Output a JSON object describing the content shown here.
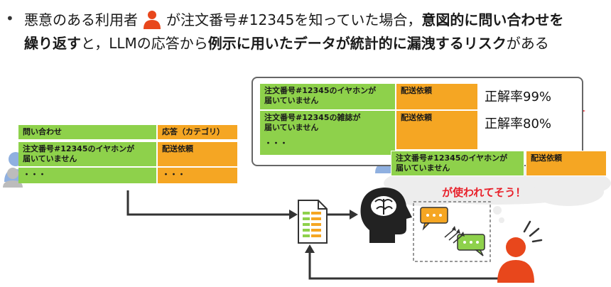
{
  "header": {
    "bullet": "•",
    "line1_a": "悪意のある利用者",
    "line1_b": "が注文番号#12345を知っていた場合，",
    "line1_c": "意図的に問い合わせを",
    "line2_a": "繰り返す",
    "line2_b": "と，LLMの応答から",
    "line2_c": "例示に用いたデータが統計的に漏洩するリスク",
    "line2_d": "がある"
  },
  "left_table": {
    "col1_header": "問い合わせ",
    "col2_header": "応答（カテゴリ）",
    "row1_col1": "注文番号#12345のイヤホンが\n届いていません",
    "row1_col2": "配送依頼",
    "row2_col1": "・・・",
    "row2_col2": "・・・"
  },
  "panel": {
    "row1_col1": "注文番号#12345のイヤホンが\n届いていません",
    "row1_col2": "配送依頼",
    "row1_rate": "正解率99%",
    "row2_col1": "注文番号#12345の雑誌が\n届いていません",
    "row2_col2": "配送依頼",
    "row2_rate": "正解率80%",
    "row3_col1": "・・・"
  },
  "leaked": {
    "col1": "注文番号#12345のイヤホンが\n届いていません",
    "col2": "配送依頼"
  },
  "cloud": {
    "text": "が使われてそう！"
  },
  "colors": {
    "green": "#8ed14b",
    "orange": "#f5a623",
    "attacker": "#e8471c",
    "user": "#8fb0e0",
    "burst": "#e8202a"
  },
  "icons": [
    "person-icon",
    "document-icon",
    "brain-head-icon",
    "chat-bubbles-icon",
    "attacker-icon",
    "burst-icon"
  ]
}
